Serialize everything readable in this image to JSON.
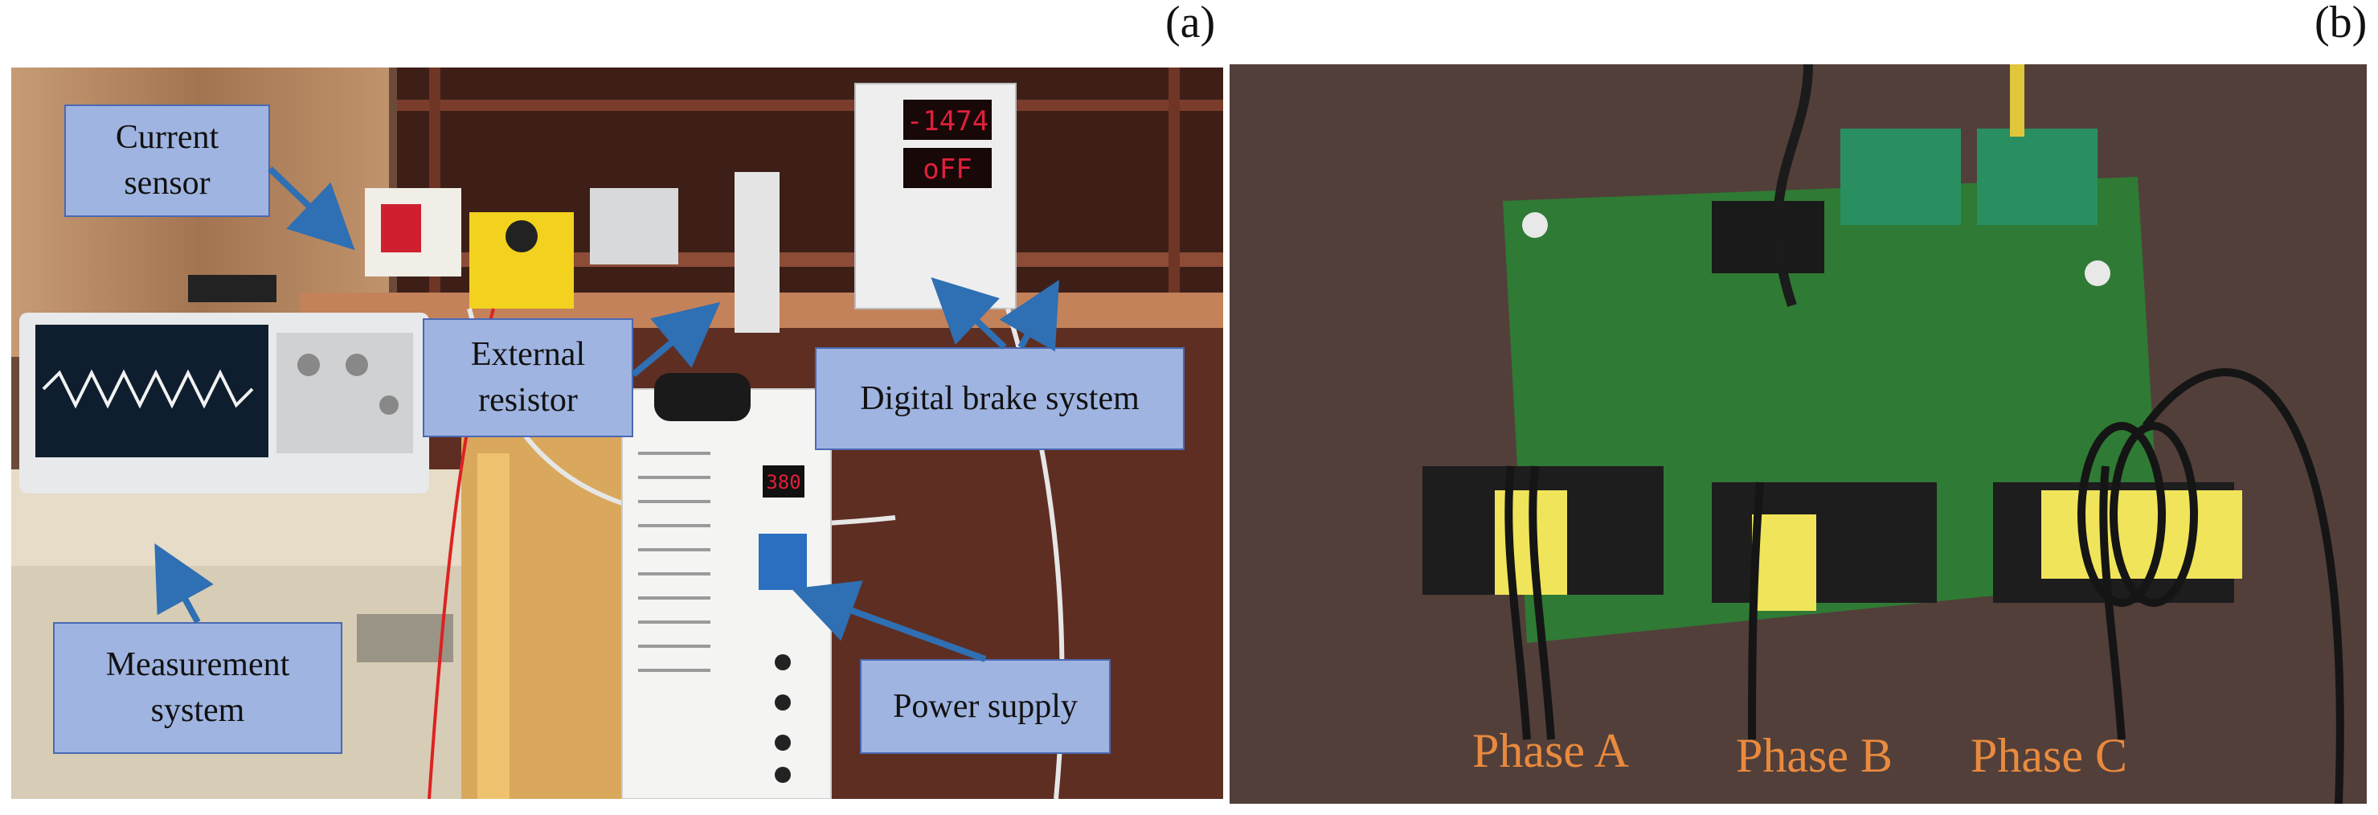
{
  "panel_a": {
    "letter": "(a)",
    "labels": {
      "current_sensor": [
        "Current",
        "sensor"
      ],
      "external_resistor": [
        "External",
        "resistor"
      ],
      "digital_brake": "Digital brake system",
      "measurement": [
        "Measurement",
        "system"
      ],
      "power_supply": "Power supply"
    },
    "displays": {
      "upper": "-1474",
      "lower": "oFF",
      "supply": "380"
    }
  },
  "panel_b": {
    "letter": "(b)",
    "phases": [
      "Phase A",
      "Phase B",
      "Phase C"
    ]
  },
  "colors": {
    "callout_fill": "#9fb4e0",
    "callout_border": "#4a69b3",
    "arrow": "#2f6fb3",
    "phase_text": "#e98a3e",
    "led": "#e0203a"
  }
}
